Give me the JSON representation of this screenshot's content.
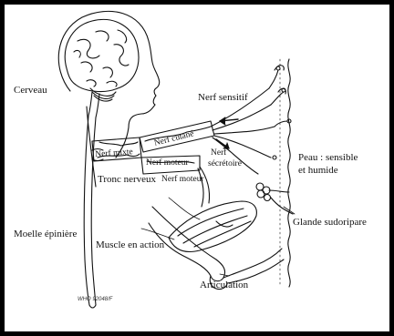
{
  "labels": {
    "cerveau": "Cerveau",
    "moelle": "Moelle épinière",
    "nerf_sensitif": "Nerf sensitif",
    "nerf_cutane": "Nerf cutané",
    "nerf_secretoire_1": "Nerf",
    "nerf_secretoire_2": "sécrétoire",
    "nerf_mixte": "Nerf mixte",
    "nerf_moteur_tube": "Nerf moteur",
    "tronc_nerveux": "Tronc nerveux",
    "nerf_moteur": "Nerf moteur",
    "peau_1": "Peau : sensible",
    "peau_2": "et humide",
    "glande": "Glande sudoripare",
    "muscle": "Muscle en action",
    "articulation": "Articulation",
    "code": "WHO 92048/F"
  },
  "colors": {
    "frame": "#000000",
    "background": "#ffffff",
    "ink": "#111111"
  }
}
